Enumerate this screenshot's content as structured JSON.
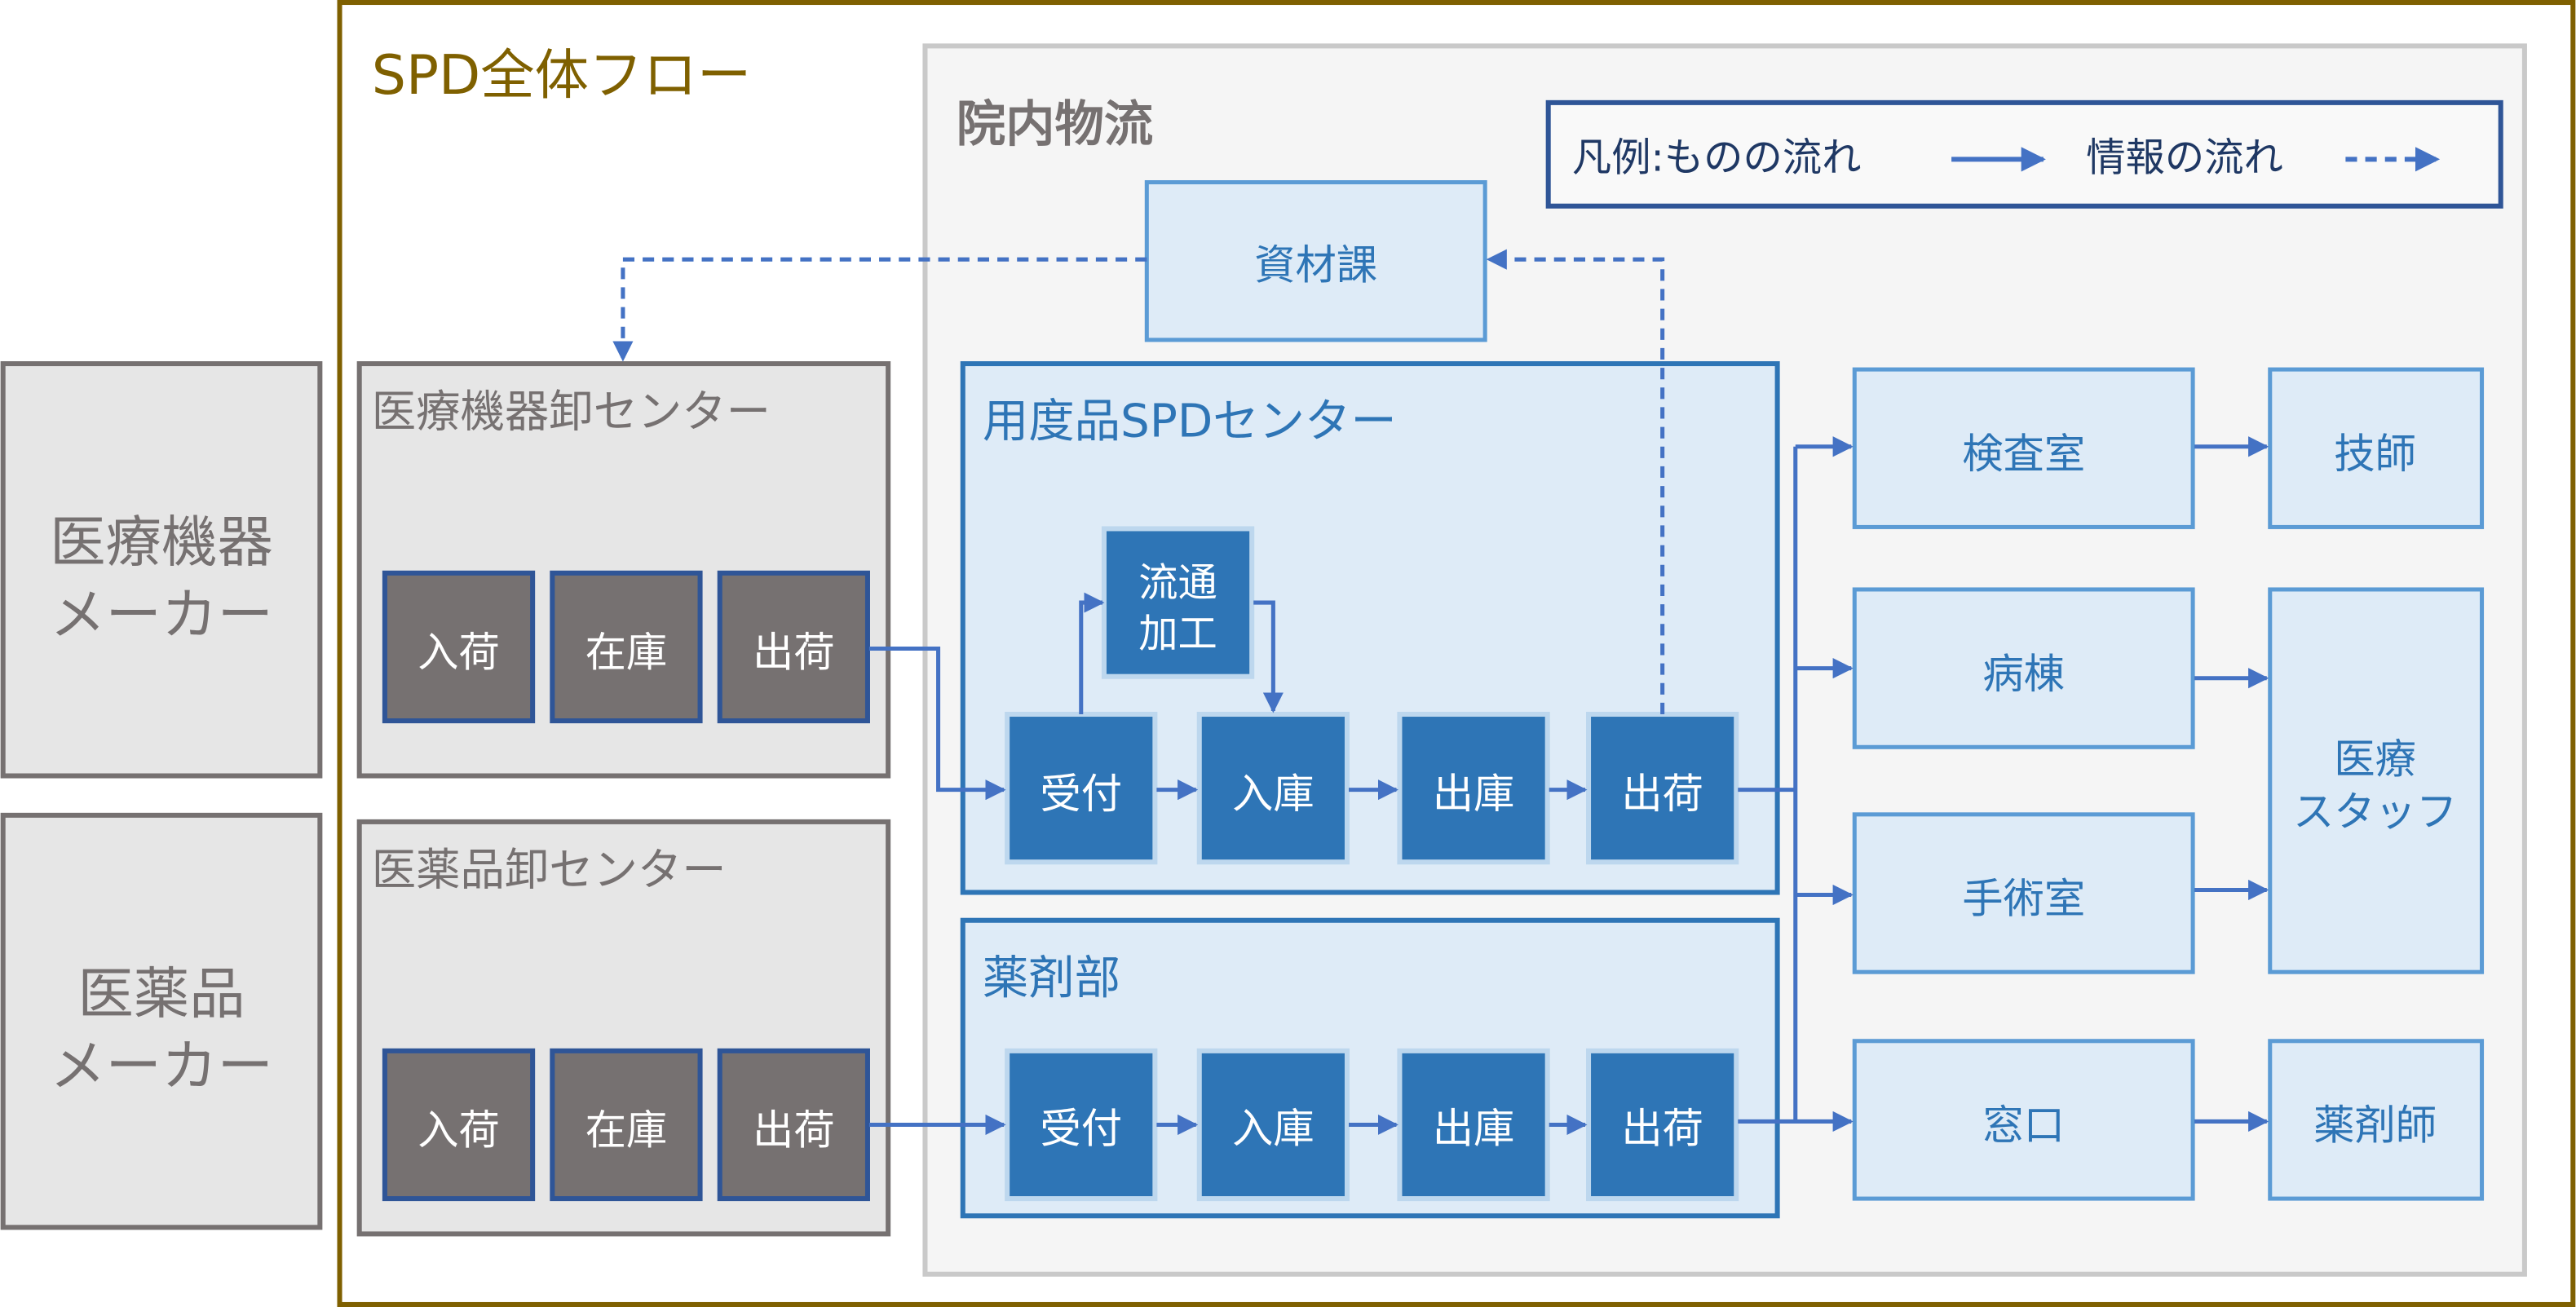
{
  "title": "SPD全体フロー",
  "hospital_area": {
    "title": "院内物流"
  },
  "legend": {
    "prefix": "凡例:",
    "material_flow": "ものの流れ",
    "info_flow": "情報の流れ"
  },
  "makers": [
    {
      "line1": "医療機器",
      "line2": "メーカー"
    },
    {
      "line1": "医薬品",
      "line2": "メーカー"
    }
  ],
  "wholesalers": [
    {
      "title": "医療機器卸センター",
      "steps": [
        "入荷",
        "在庫",
        "出荷"
      ]
    },
    {
      "title": "医薬品卸センター",
      "steps": [
        "入荷",
        "在庫",
        "出荷"
      ]
    }
  ],
  "materials_dept": "資材課",
  "spd_center": {
    "title": "用度品SPDセンター",
    "processing": {
      "line1": "流通",
      "line2": "加工"
    },
    "steps": [
      "受付",
      "入庫",
      "出庫",
      "出荷"
    ]
  },
  "pharmacy": {
    "title": "薬剤部",
    "steps": [
      "受付",
      "入庫",
      "出庫",
      "出荷"
    ]
  },
  "destinations": [
    "検査室",
    "病棟",
    "手術室",
    "窓口"
  ],
  "staff": {
    "technician": "技師",
    "medical_staff": {
      "line1": "医療",
      "line2": "スタッフ"
    },
    "pharmacist": "薬剤師"
  },
  "colors": {
    "frame_gold": "#7F6000",
    "arrow_blue": "#4472C4",
    "process_blue": "#2E75B6",
    "light_blue_fill": "#DEEBF7",
    "gray_box": "#E6E6E6",
    "dark_gray_step": "#767171"
  }
}
